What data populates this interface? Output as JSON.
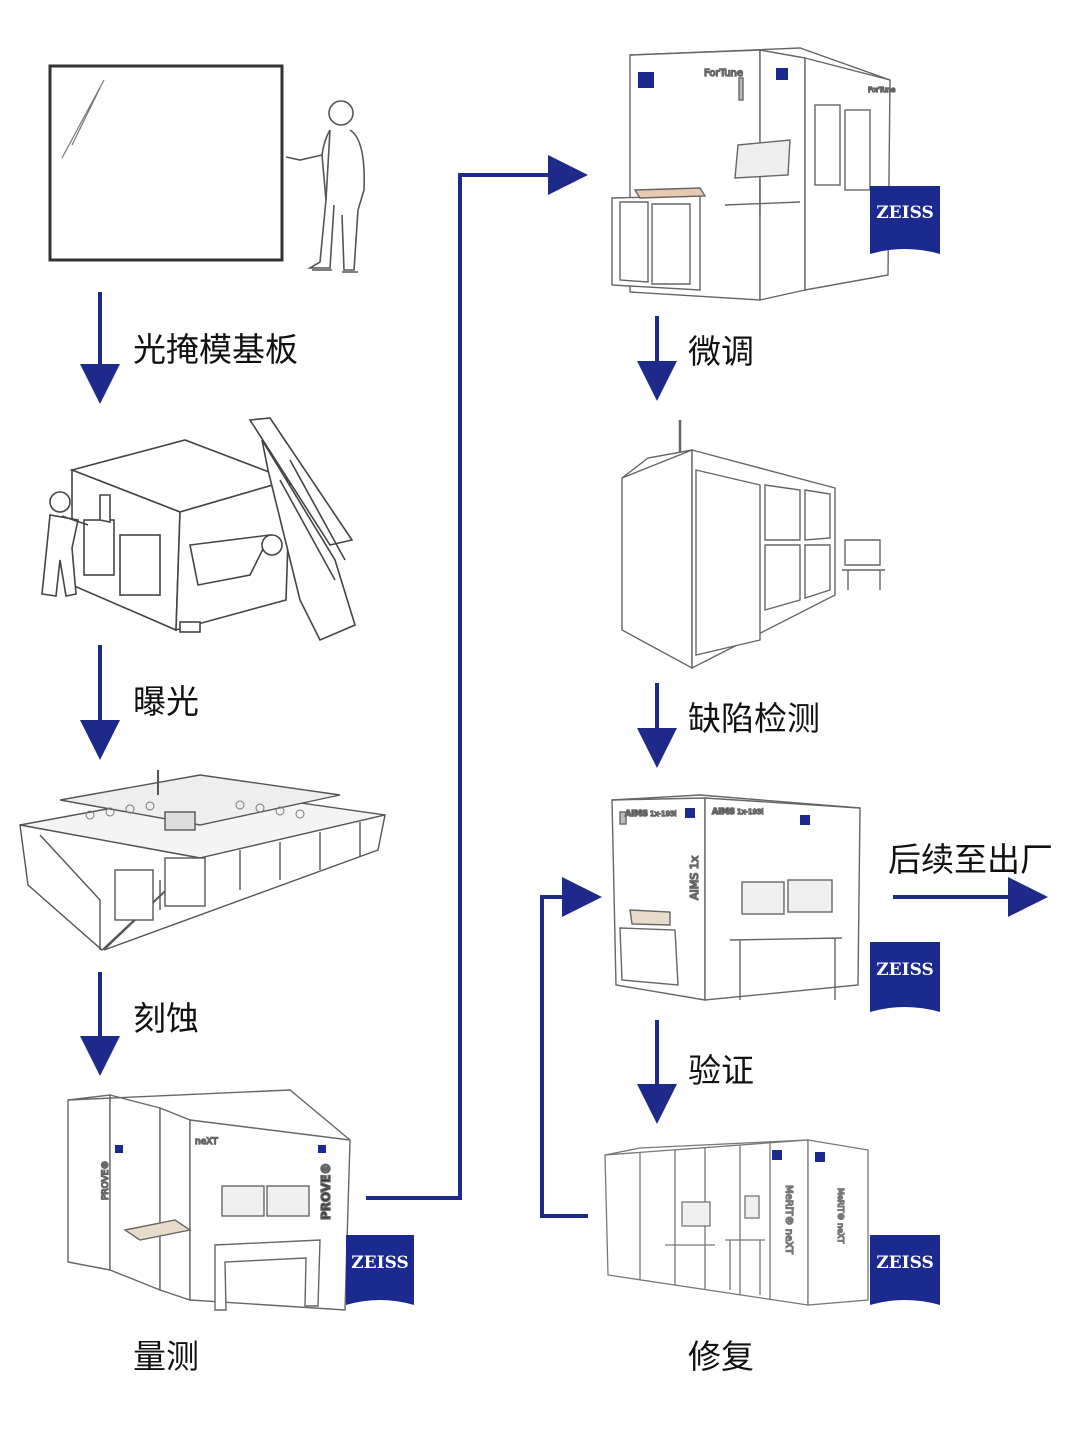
{
  "steps": {
    "substrate": "光掩模基板",
    "exposure": "曝光",
    "etching": "刻蚀",
    "metrology": "量测",
    "fine_tune": "微调",
    "defect_inspection": "缺陷检测",
    "verification": "验证",
    "repair": "修复",
    "ship_out": "后续至出厂"
  },
  "machines": {
    "fortune_name": "ForTune",
    "aims_name": "AIMS",
    "aims_model": "1x-193i",
    "aims_side": "AIMS 1x",
    "prove_name": "PROVE®",
    "prove_model": "neXT",
    "merit_name": "MeRiT® neXT"
  },
  "logo": {
    "text": "ZEISS"
  },
  "colors": {
    "arrow": "#1e2a8a",
    "logo_bg": "#1b2a8f",
    "logo_text": "#ffffff",
    "line": "#555555"
  }
}
